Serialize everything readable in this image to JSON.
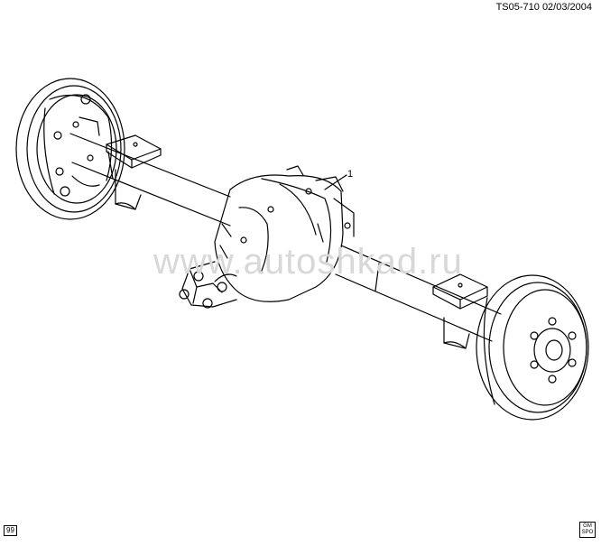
{
  "header": {
    "reference": "TS05-710  02/03/2004"
  },
  "watermark": {
    "text": "www.autoshkad.ru"
  },
  "footer": {
    "code": "99",
    "icon_label_1": "GM",
    "icon_label_2": "SPO"
  },
  "callouts": [
    {
      "label": "1"
    }
  ],
  "icons": {
    "corner": "service-book-icon"
  }
}
